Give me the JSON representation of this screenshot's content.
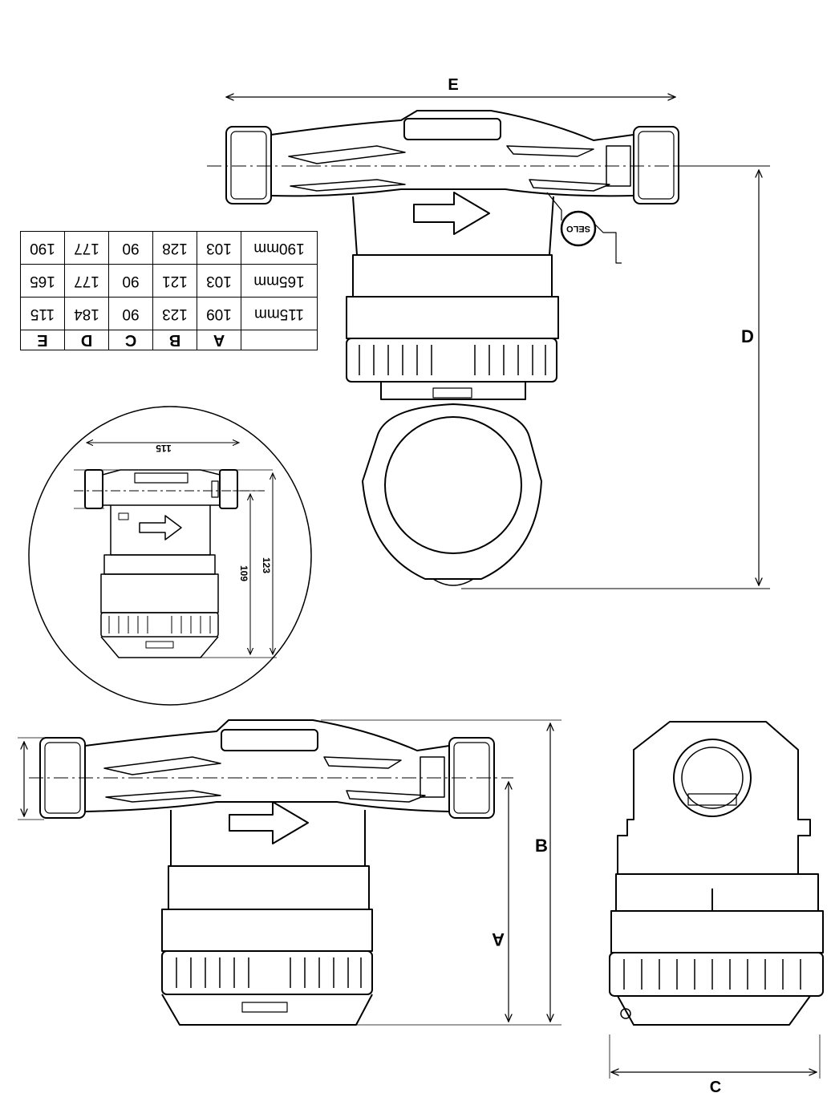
{
  "labels": {
    "E": "E",
    "D": "D",
    "B": "B",
    "A": "A",
    "C": "C",
    "seal": "SELO",
    "inset_width": "115",
    "inset_height_inner": "109",
    "inset_height_outer": "123"
  },
  "table": {
    "headers": [
      "",
      "A",
      "B",
      "C",
      "D",
      "E"
    ],
    "rows": [
      [
        "115mm",
        "109",
        "123",
        "90",
        "184",
        "115"
      ],
      [
        "165mm",
        "103",
        "121",
        "90",
        "177",
        "165"
      ],
      [
        "190mm",
        "103",
        "128",
        "90",
        "177",
        "190"
      ]
    ]
  }
}
